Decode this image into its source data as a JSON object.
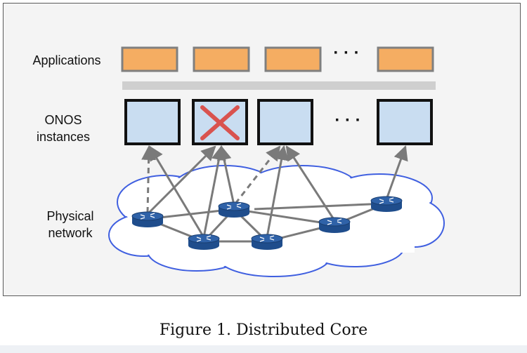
{
  "layers": {
    "applications_label": "Applications",
    "onos_label_line1": "ONOS",
    "onos_label_line2": "instances",
    "physical_label_line1": "Physical",
    "physical_label_line2": "network"
  },
  "ellipsis": "· · ·",
  "caption": "Figure 1. Distributed Core",
  "colors": {
    "application_fill": "#f5ad62",
    "application_border": "#7f7f7f",
    "instance_fill": "#c9ddf1",
    "instance_border": "#111111",
    "failed_mark": "#d9534f",
    "cloud_border": "#3f5fe0",
    "switch_fill": "#2f62a8",
    "link": "#7a7a7a"
  },
  "instances": [
    {
      "id": "onos-1",
      "failed": false
    },
    {
      "id": "onos-2",
      "failed": true
    },
    {
      "id": "onos-3",
      "failed": false
    },
    {
      "id": "onos-n",
      "failed": false
    }
  ]
}
